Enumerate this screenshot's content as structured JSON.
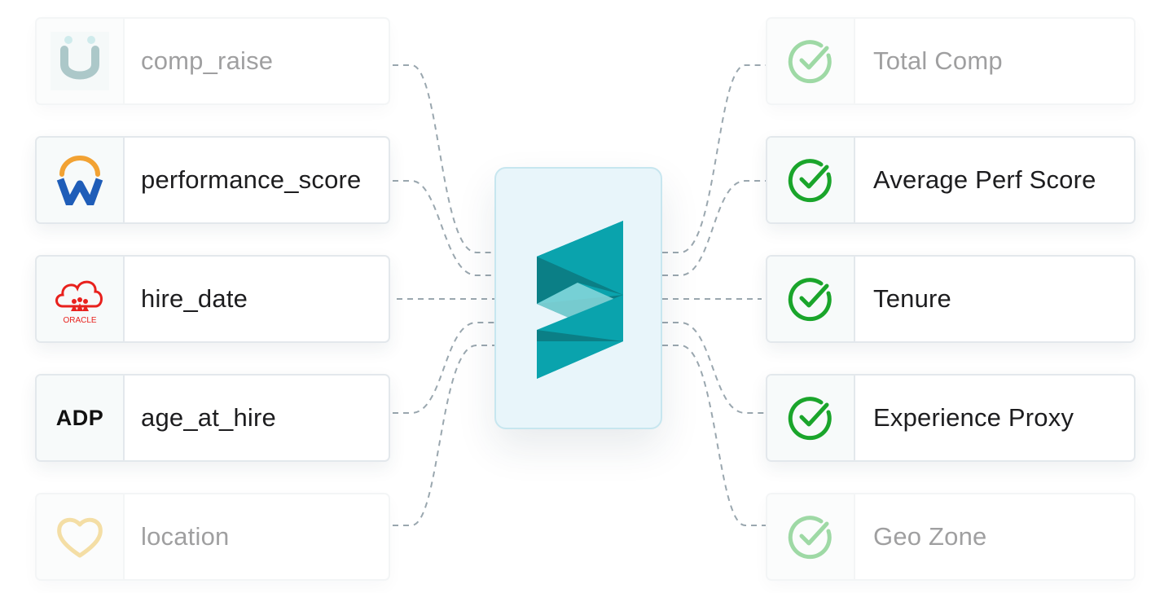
{
  "sources": [
    {
      "label": "comp_raise",
      "icon": "smile-logo-icon",
      "faded": true
    },
    {
      "label": "performance_score",
      "icon": "workday-logo-icon",
      "faded": false
    },
    {
      "label": "hire_date",
      "icon": "oracle-logo-icon",
      "icon_text": "ORACLE",
      "faded": false
    },
    {
      "label": "age_at_hire",
      "icon": "adp-logo-icon",
      "icon_text": "ADP",
      "faded": false
    },
    {
      "label": "location",
      "icon": "heart-logo-icon",
      "faded": true
    }
  ],
  "outputs": [
    {
      "label": "Total Comp",
      "icon": "check-circle-icon",
      "faded": true
    },
    {
      "label": "Average Perf Score",
      "icon": "check-circle-icon",
      "faded": false
    },
    {
      "label": "Tenure",
      "icon": "check-circle-icon",
      "faded": false
    },
    {
      "label": "Experience Proxy",
      "icon": "check-circle-icon",
      "faded": false
    },
    {
      "label": "Geo Zone",
      "icon": "check-circle-icon",
      "faded": true
    }
  ],
  "hub": {
    "icon": "s-logo-icon"
  },
  "colors": {
    "check": "#1aa52b",
    "hub_logo": "#0aa3ad",
    "hub_logo_dark": "#0b7f86",
    "hub_logo_light": "#8ad8dc",
    "connector": "#9aa7af",
    "workday_orange": "#f2a233",
    "workday_blue": "#1f5db8",
    "oracle_red": "#e8211d"
  }
}
